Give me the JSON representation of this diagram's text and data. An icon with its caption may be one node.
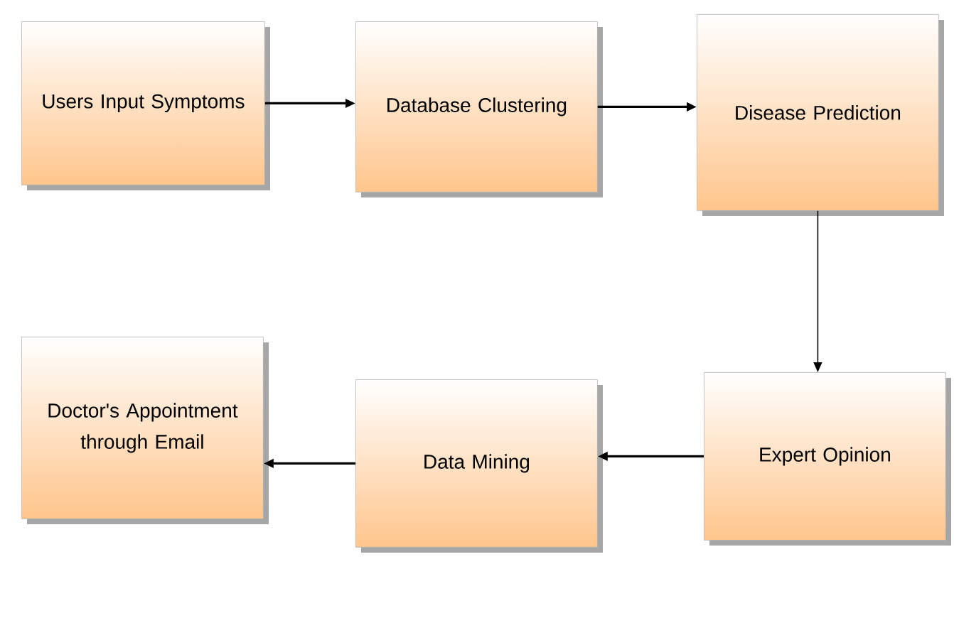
{
  "diagram": {
    "nodes": [
      {
        "text": [
          "Users Input Symptoms"
        ]
      },
      {
        "text": [
          "Database Clustering"
        ]
      },
      {
        "text": [
          "Disease Prediction"
        ]
      },
      {
        "text": [
          "Doctor's Appointment through Email"
        ]
      },
      {
        "text": [
          "Data Mining"
        ]
      },
      {
        "text": [
          "Expert Opinion"
        ]
      }
    ],
    "edges": [
      {
        "from": 0,
        "to": 1,
        "arrow": "to"
      },
      {
        "from": 1,
        "to": 2,
        "arrow": "to"
      },
      {
        "from": 2,
        "to": 5,
        "arrow": "to"
      },
      {
        "from": 5,
        "to": 4,
        "arrow": "to"
      },
      {
        "from": 4,
        "to": 3,
        "arrow": "to"
      }
    ]
  }
}
